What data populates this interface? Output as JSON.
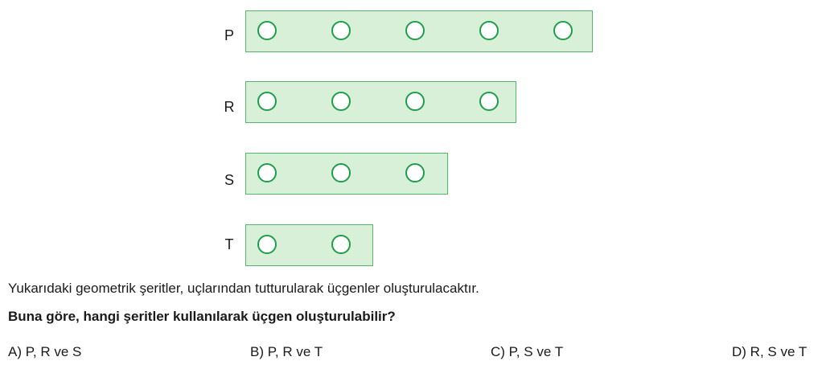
{
  "strips": [
    {
      "label": "P",
      "holes": 5
    },
    {
      "label": "R",
      "holes": 4
    },
    {
      "label": "S",
      "holes": 3
    },
    {
      "label": "T",
      "holes": 2
    }
  ],
  "colors": {
    "strip_fill": "#d8f0d8",
    "strip_border": "#52b76a",
    "hole_border": "#1e9e4a"
  },
  "statement": "Yukarıdaki geometrik şeritler, uçlarından tutturularak üçgenler oluşturulacaktır.",
  "question": "Buna göre, hangi şeritler kullanılarak üçgen oluşturulabilir?",
  "options": [
    {
      "text": "A) P, R ve S"
    },
    {
      "text": "B) P, R ve T"
    },
    {
      "text": "C) P, S ve T"
    },
    {
      "text": "D) R, S ve T"
    }
  ]
}
